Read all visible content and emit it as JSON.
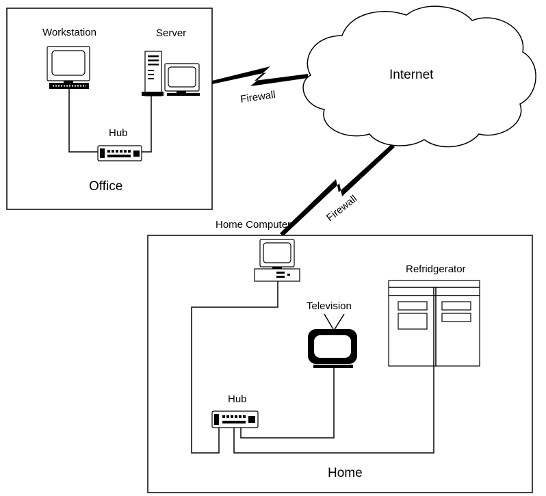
{
  "office": {
    "title": "Office",
    "workstation_label": "Workstation",
    "server_label": "Server",
    "hub_label": "Hub"
  },
  "internet": {
    "label": "Internet"
  },
  "firewalls": {
    "office_label": "Firewall",
    "home_label": "Firewall"
  },
  "home": {
    "title": "Home",
    "computer_label": "Home Computer",
    "television_label": "Television",
    "refrigerator_label": "Refridgerator",
    "hub_label": "Hub"
  }
}
